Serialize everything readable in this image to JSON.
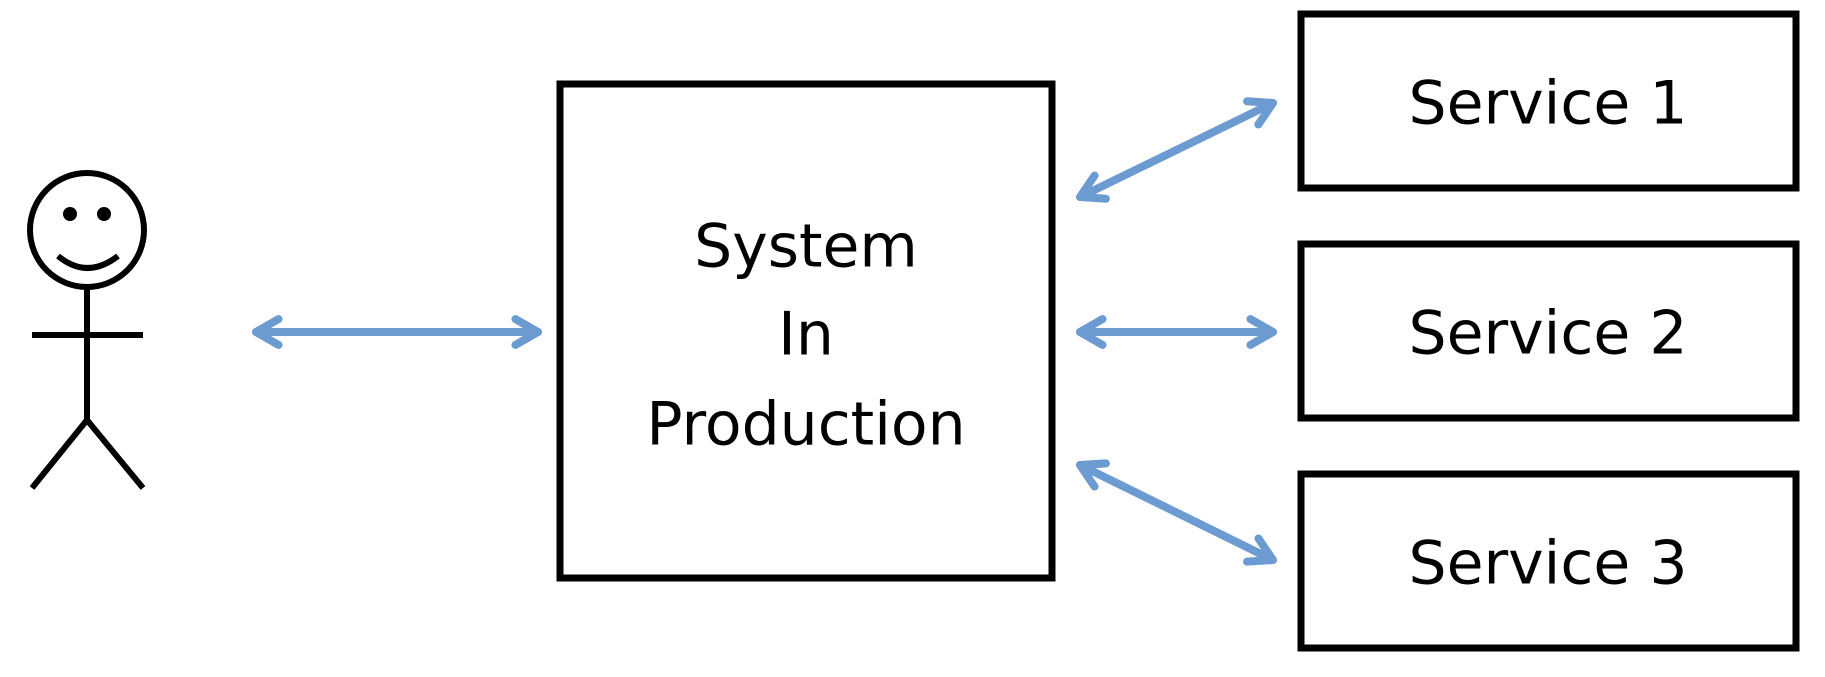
{
  "colors": {
    "arrow": "#6b9bd1",
    "box_stroke": "#000000"
  },
  "actor": {
    "icon": "stick-figure-user-icon"
  },
  "system": {
    "lines": [
      "System",
      "In",
      "Production"
    ]
  },
  "services": [
    {
      "label": "Service 1"
    },
    {
      "label": "Service 2"
    },
    {
      "label": "Service 3"
    }
  ],
  "connections": [
    {
      "from": "actor",
      "to": "system",
      "direction": "bidirectional"
    },
    {
      "from": "system",
      "to": "Service 1",
      "direction": "bidirectional"
    },
    {
      "from": "system",
      "to": "Service 2",
      "direction": "bidirectional"
    },
    {
      "from": "system",
      "to": "Service 3",
      "direction": "bidirectional"
    }
  ]
}
